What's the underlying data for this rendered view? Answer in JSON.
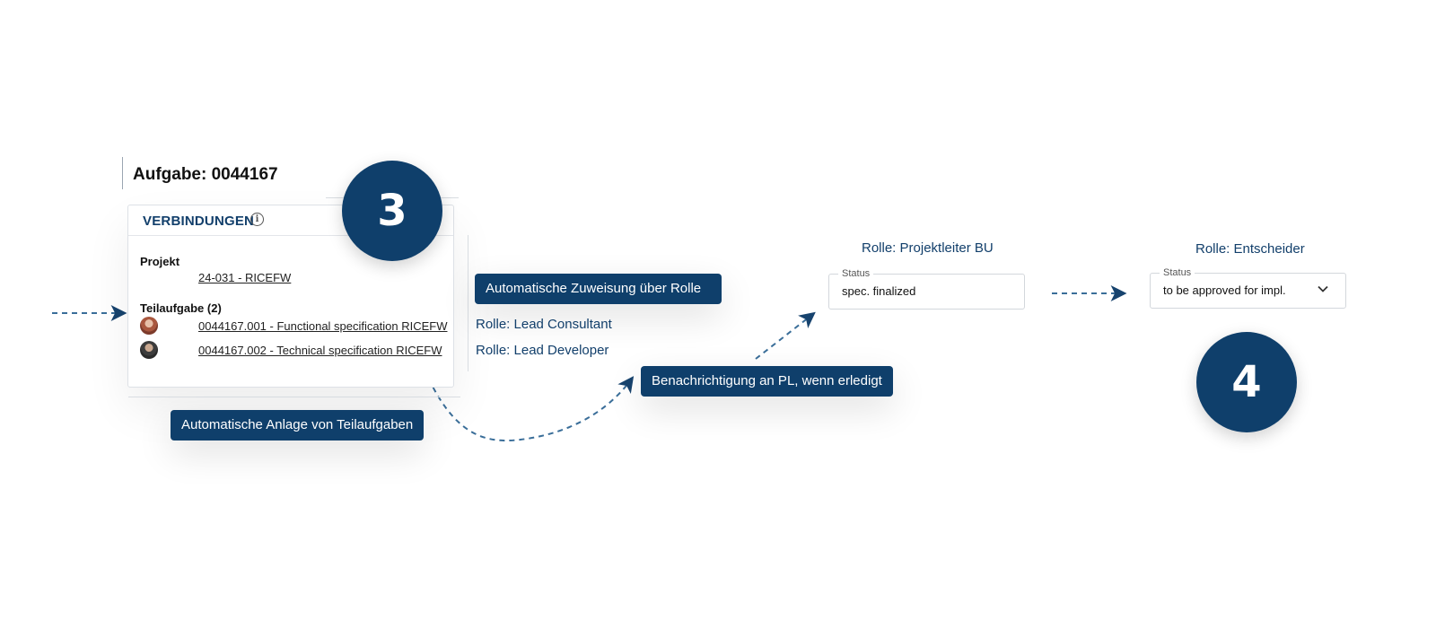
{
  "task": {
    "title": "Aufgabe: 0044167"
  },
  "connections": {
    "title": "VERBINDUNGEN",
    "info_icon": "info-icon",
    "project_label": "Projekt",
    "project_link": "24-031 - RICEFW",
    "subtask_label": "Teilaufgabe (2)",
    "subtasks": [
      {
        "label": "0044167.001 - Functional specification RICEFW",
        "avatar": "avatar-user-1"
      },
      {
        "label": "0044167.002 - Technical specification RICEFW",
        "avatar": "avatar-user-2"
      }
    ]
  },
  "steps": {
    "three": "3",
    "four": "4"
  },
  "callouts": {
    "auto_subtasks": "Automatische Anlage von Teilaufgaben",
    "auto_assign": "Automatische Zuweisung über Rolle",
    "notify_pl": "Benachrichtigung an PL, wenn erledigt"
  },
  "roles": {
    "lead_consultant": "Rolle: Lead Consultant",
    "lead_developer": "Rolle: Lead Developer",
    "projektleiter": "Rolle: Projektleiter BU",
    "entscheider": "Rolle: Entscheider"
  },
  "status_fields": {
    "pl": {
      "label": "Status",
      "value": "spec. finalized"
    },
    "decider": {
      "label": "Status",
      "value": "to be approved for impl."
    }
  },
  "colors": {
    "primary": "#0f3f6b",
    "arrow": "#3a6e99",
    "text_role": "#123f6b"
  }
}
